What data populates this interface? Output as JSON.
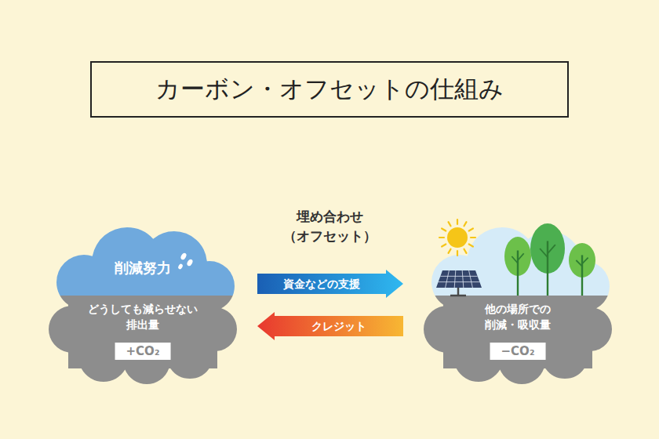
{
  "diagram": {
    "title": "カーボン・オフセットの仕組み",
    "nodes": [
      {
        "text": [
          "削減努力",
          "どうしても減らせない 排出量"
        ]
      },
      {
        "text": [
          "+CO₂"
        ],
        "in": 0
      },
      {
        "text": [
          "他の場所での 削減・吸収量"
        ]
      },
      {
        "text": [
          "−CO₂"
        ],
        "in": 2
      }
    ],
    "edges": [
      {
        "from": 0,
        "to": 2,
        "label": "資金などの支援",
        "arrow": "to"
      },
      {
        "from": 2,
        "to": 0,
        "label": "クレジット",
        "arrow": "to"
      }
    ],
    "labels": [
      "埋め合わせ （オフセット）"
    ]
  }
}
